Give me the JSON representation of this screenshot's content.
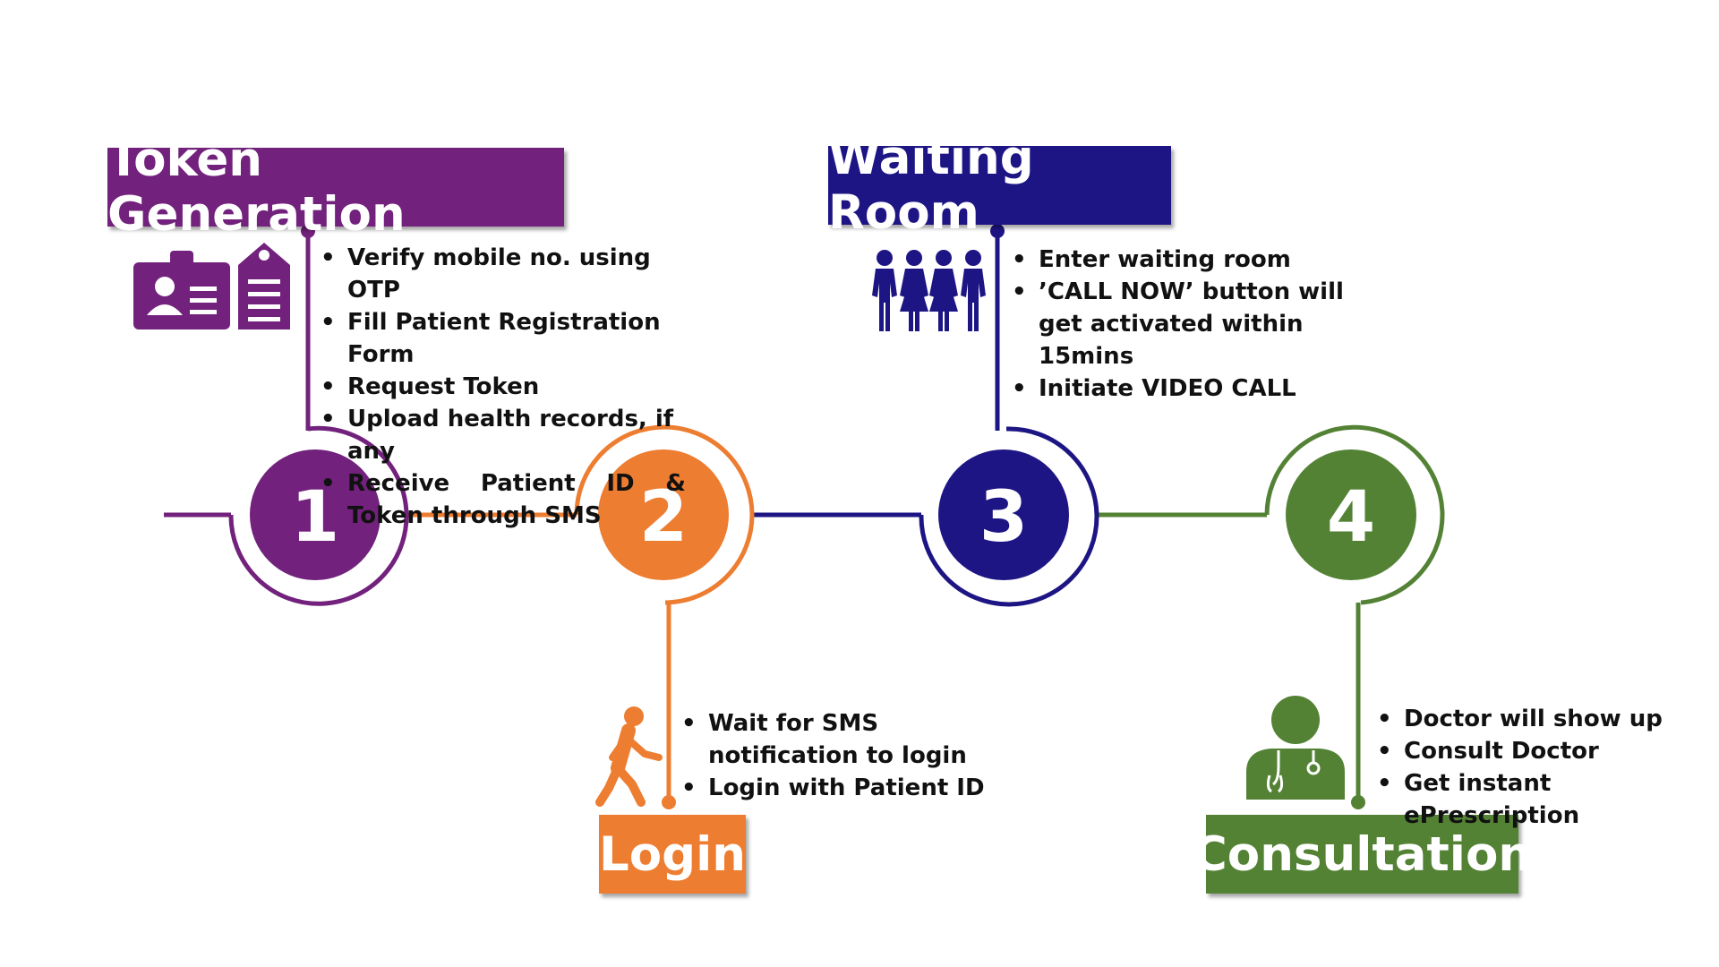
{
  "colors": {
    "purple": "#72217c",
    "orange": "#ed7d31",
    "navy": "#1e1584",
    "green": "#548235"
  },
  "steps": [
    {
      "number": "1",
      "title": "Token Generation",
      "icon": "id-card-and-tag-icon",
      "bullets": [
        "Verify mobile no. using OTP",
        "Fill Patient Registration Form",
        "Request Token",
        "Upload health records, if any",
        "Receive Patient ID & Token through SMS"
      ]
    },
    {
      "number": "2",
      "title": "Login",
      "icon": "walking-person-icon",
      "bullets": [
        "Wait for SMS notification to login",
        "Login with Patient ID"
      ]
    },
    {
      "number": "3",
      "title": "Waiting Room",
      "icon": "group-of-people-icon",
      "bullets": [
        "Enter waiting room",
        "’CALL NOW’ button will get activated within 15mins",
        "Initiate VIDEO CALL"
      ]
    },
    {
      "number": "4",
      "title": "Consultation",
      "icon": "doctor-icon",
      "bullets": [
        "Doctor will show up",
        "Consult Doctor",
        "Get instant ePrescription"
      ]
    }
  ]
}
